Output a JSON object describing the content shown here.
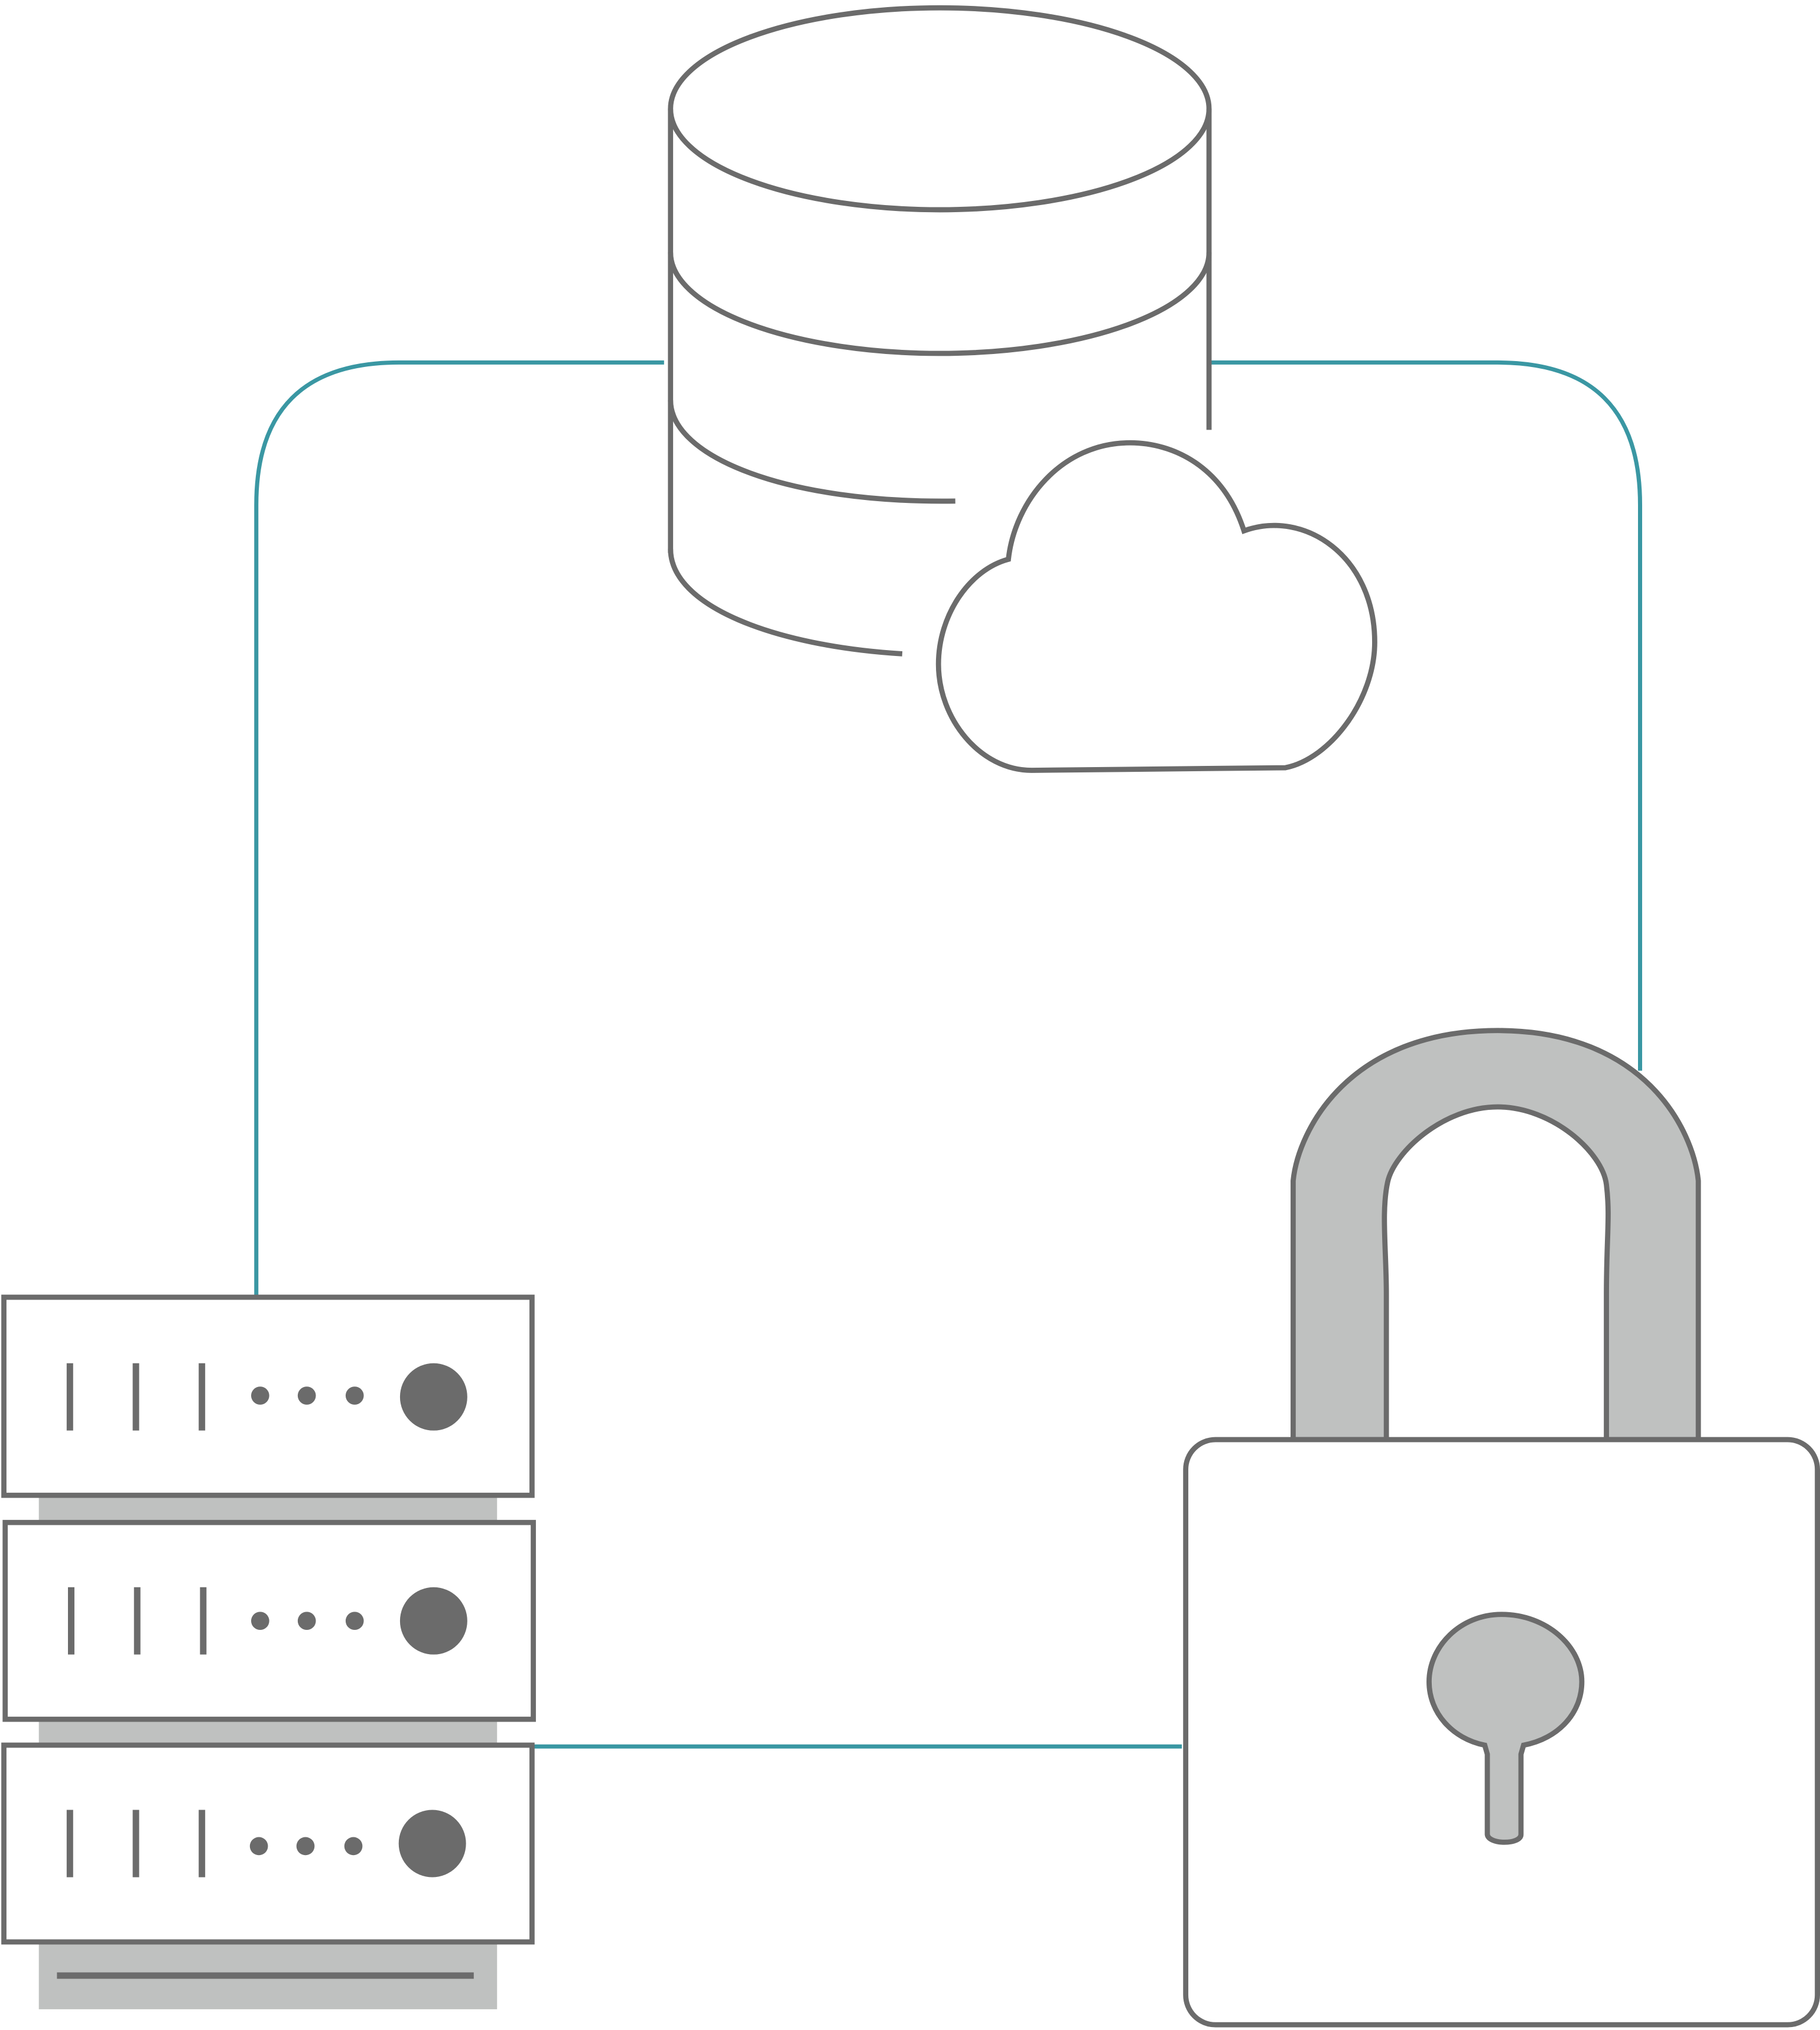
{
  "diagram": {
    "nodes": [
      {
        "id": "database",
        "icon": "database-icon"
      },
      {
        "id": "cloud",
        "icon": "cloud-icon"
      },
      {
        "id": "server-rack",
        "icon": "server-rack-icon",
        "units": 3
      },
      {
        "id": "padlock",
        "icon": "padlock-icon"
      }
    ],
    "connections": [
      {
        "from": "database",
        "to": "server-rack"
      },
      {
        "from": "database",
        "to": "padlock"
      },
      {
        "from": "server-rack",
        "to": "padlock"
      }
    ]
  },
  "colors": {
    "stroke": "#6b6b6b",
    "connector": "#3a97a3",
    "fill_gray": "#bfc1c0",
    "background": "#ffffff"
  }
}
